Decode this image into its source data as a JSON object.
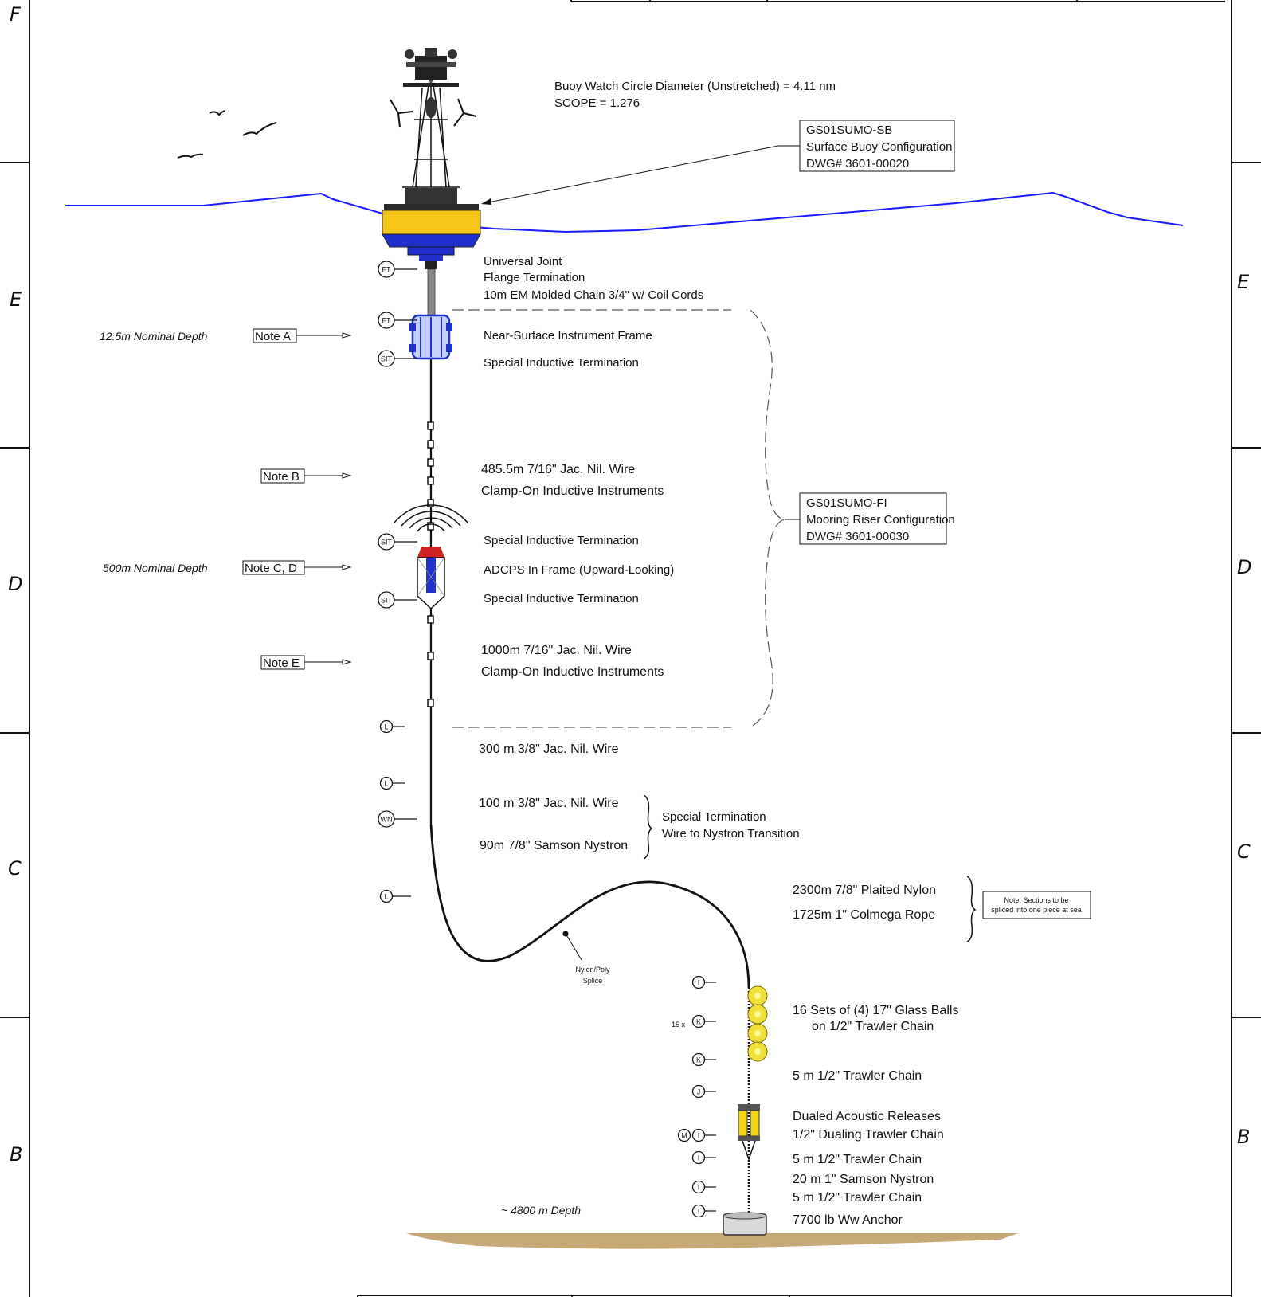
{
  "zones": {
    "left": [
      "F",
      "E",
      "D",
      "C",
      "B"
    ],
    "right": [
      "E",
      "D",
      "C",
      "B"
    ]
  },
  "header_text": {
    "watch_circle": "Buoy Watch Circle Diameter (Unstretched) = 4.11 nm",
    "scope": "SCOPE  = 1.276"
  },
  "boxes": {
    "surface_buoy": [
      "GS01SUMO-SB",
      "Surface Buoy Configuration",
      "DWG# 3601-00020"
    ],
    "riser": [
      "GS01SUMO-FI",
      "Mooring Riser Configuration",
      "DWG# 3601-00030"
    ],
    "splice_note": [
      "Note:  Sections to be",
      "spliced into one piece at sea"
    ]
  },
  "depth_labels": {
    "nominal_12": "12.5m Nominal Depth",
    "nominal_500": "500m Nominal Depth",
    "bottom": "~ 4800 m Depth"
  },
  "notes": {
    "a": "Note A",
    "b": "Note B",
    "cd": "Note C, D",
    "e": "Note E"
  },
  "labels": {
    "universal_joint": "Universal Joint",
    "flange_termination": "Flange Termination",
    "em_chain": "10m EM Molded Chain 3/4\" w/ Coil Cords",
    "nsif": "Near-Surface Instrument Frame",
    "sit1": "Special Inductive Termination",
    "wire_485": "485.5m 7/16\" Jac. Nil. Wire",
    "clamp1": "Clamp-On Inductive Instruments",
    "sit2": "Special Inductive Termination",
    "adcps": "ADCPS In Frame (Upward-Looking)",
    "sit3": "Special Inductive Termination",
    "wire_1000": "1000m 7/16\" Jac. Nil. Wire",
    "clamp2": "Clamp-On Inductive Instruments",
    "wire_300": "300 m 3/8\" Jac. Nil. Wire",
    "wire_100": "100 m 3/8\" Jac. Nil. Wire",
    "nystron_90": "90m 7/8\" Samson Nystron",
    "special_term": "Special Termination",
    "wire_to_nystron": "Wire to Nystron Transition",
    "nylon": "2300m 7/8\" Plaited Nylon",
    "colmega": "1725m 1\" Colmega Rope",
    "splice1": "Nylon/Poly",
    "splice2": "Splice",
    "glass1": "16 Sets of (4) 17\" Glass Balls",
    "glass2": "on 1/2\" Trawler Chain",
    "trawler_5": "5 m 1/2\" Trawler Chain",
    "releases": "Dualed Acoustic Releases",
    "dualing": "1/2\" Dualing Trawler Chain",
    "trawler_5b": "5 m  1/2\" Trawler Chain",
    "nystron_20": "20 m  1\" Samson Nystron",
    "trawler_5c": "5 m  1/2\" Trawler Chain",
    "anchor": "7700 lb Ww Anchor",
    "multiplier": "15 x"
  },
  "hardware_symbols": [
    "FT",
    "FT",
    "SIT",
    "SIT",
    "SIT",
    "L",
    "L",
    "WN",
    "L",
    "I",
    "K",
    "K",
    "J",
    "M",
    "I",
    "I",
    "I",
    "I"
  ],
  "colors": {
    "water": "#1a1aff",
    "buoy_hull": "#f5c518",
    "buoy_bottom": "#2030d0",
    "nsif": "#2233cc",
    "glass": "#f2e03a",
    "release": "#f2d51a",
    "seabed": "#c9a877"
  }
}
